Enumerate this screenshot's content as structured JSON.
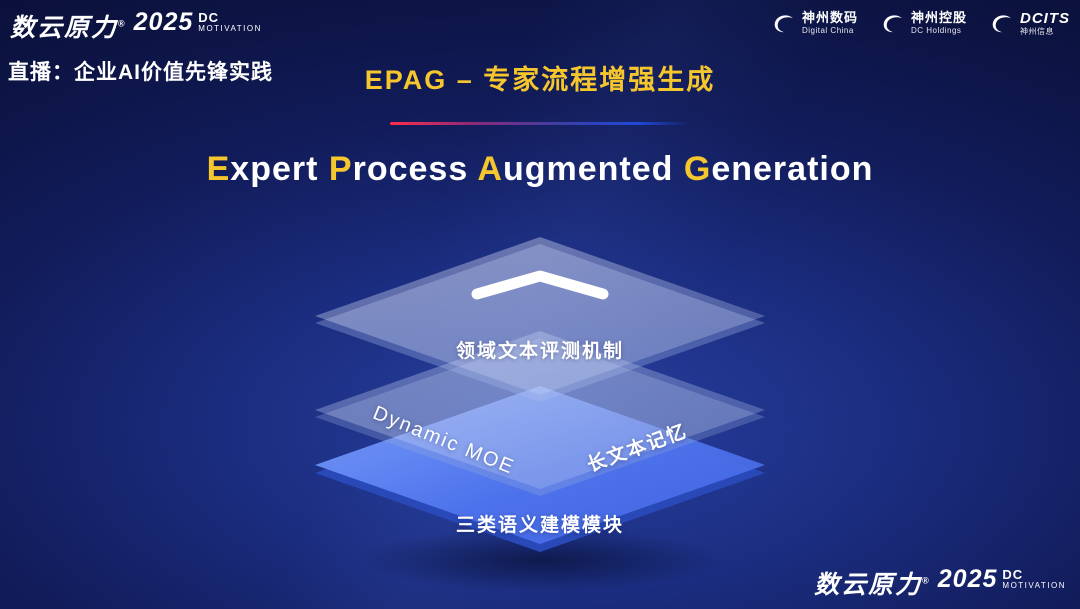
{
  "brand": {
    "name": "数云原力",
    "reg": "®",
    "year": "2025",
    "dc": "DC",
    "motivation": "MOTIVATION"
  },
  "header": {
    "live_label": "直播：企业AI价值先锋实践",
    "epag_title": "EPAG – 专家流程增强生成"
  },
  "partners": [
    {
      "primary": "神州数码",
      "secondary": "Digital China"
    },
    {
      "primary": "神州控股",
      "secondary": "DC Holdings"
    },
    {
      "primary": "DCITS",
      "secondary": "神州信息"
    }
  ],
  "main_title": {
    "seg0": "E",
    "seg1": "xpert ",
    "seg2": "P",
    "seg3": "rocess ",
    "seg4": "A",
    "seg5": "ugmented ",
    "seg6": "G",
    "seg7": "eneration"
  },
  "diagram": {
    "top_layer_label": "领域文本评测机制",
    "middle_layer_left_label": "Dynamic MOE",
    "middle_layer_right_label": "长文本记忆",
    "bottom_layer_label": "三类语义建模模块",
    "top_layer_icon": "chevron-up-icon"
  },
  "colors": {
    "accent_gold": "#f6c62d",
    "background_navy": "#0a1038",
    "background_glow_blue": "#27409f",
    "bottom_layer_blue": "#5076f0",
    "divider_red": "#ff2d4e",
    "divider_blue": "#1f49d8"
  }
}
